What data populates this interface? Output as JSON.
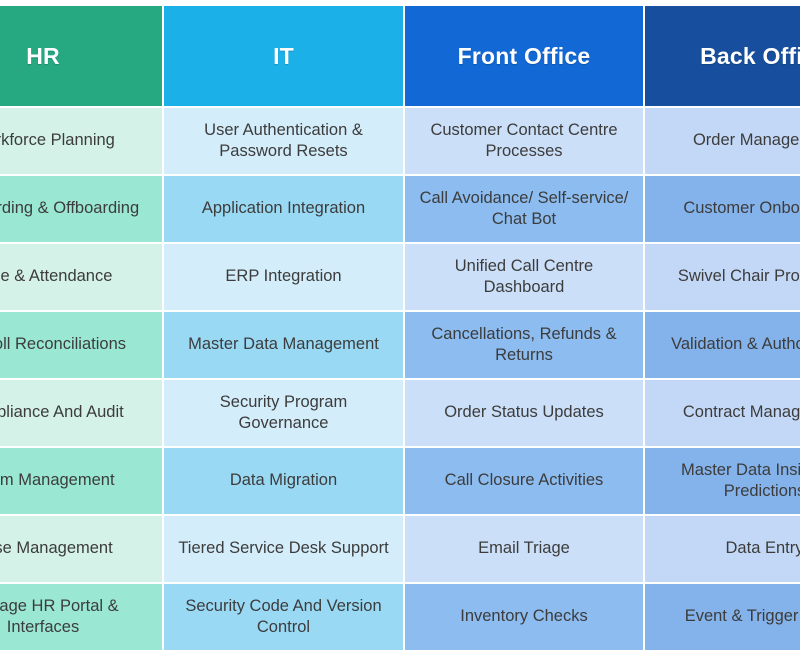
{
  "table": {
    "columns": [
      {
        "id": "hr",
        "header": "HR",
        "header_color": "#26a881"
      },
      {
        "id": "it",
        "header": "IT",
        "header_color": "#1cb0e8"
      },
      {
        "id": "front",
        "header": "Front Office",
        "header_color": "#1268d4"
      },
      {
        "id": "back",
        "header": "Back Office",
        "header_color": "#174f9e"
      }
    ],
    "rows": [
      {
        "hr": "Workforce Planning",
        "it": "User Authentication & Password Resets",
        "front": "Customer Contact Centre Processes",
        "back": "Order Management"
      },
      {
        "hr": "Onboarding & Offboarding",
        "it": "Application Integration",
        "front": "Call Avoidance/ Self-service/ Chat Bot",
        "back": "Customer Onboarding"
      },
      {
        "hr": "Time & Attendance",
        "it": "ERP Integration",
        "front": "Unified Call Centre Dashboard",
        "back": "Swivel Chair Processes"
      },
      {
        "hr": "Payroll Reconciliations",
        "it": "Master Data Management",
        "front": "Cancellations, Refunds & Returns",
        "back": "Validation & Authorisation"
      },
      {
        "hr": "Compliance And Audit",
        "it": "Security Program Governance",
        "front": "Order Status Updates",
        "back": "Contract Management"
      },
      {
        "hr": "Claim Management",
        "it": "Data Migration",
        "front": "Call Closure Activities",
        "back": "Master Data Insights & Predictions"
      },
      {
        "hr": "Case Management",
        "it": "Tiered Service Desk Support",
        "front": "Email Triage",
        "back": "Data Entry"
      },
      {
        "hr": "Manage HR Portal & Interfaces",
        "it": "Security Code And Version Control",
        "front": "Inventory Checks",
        "back": "Event & Trigger Alerts"
      }
    ]
  }
}
